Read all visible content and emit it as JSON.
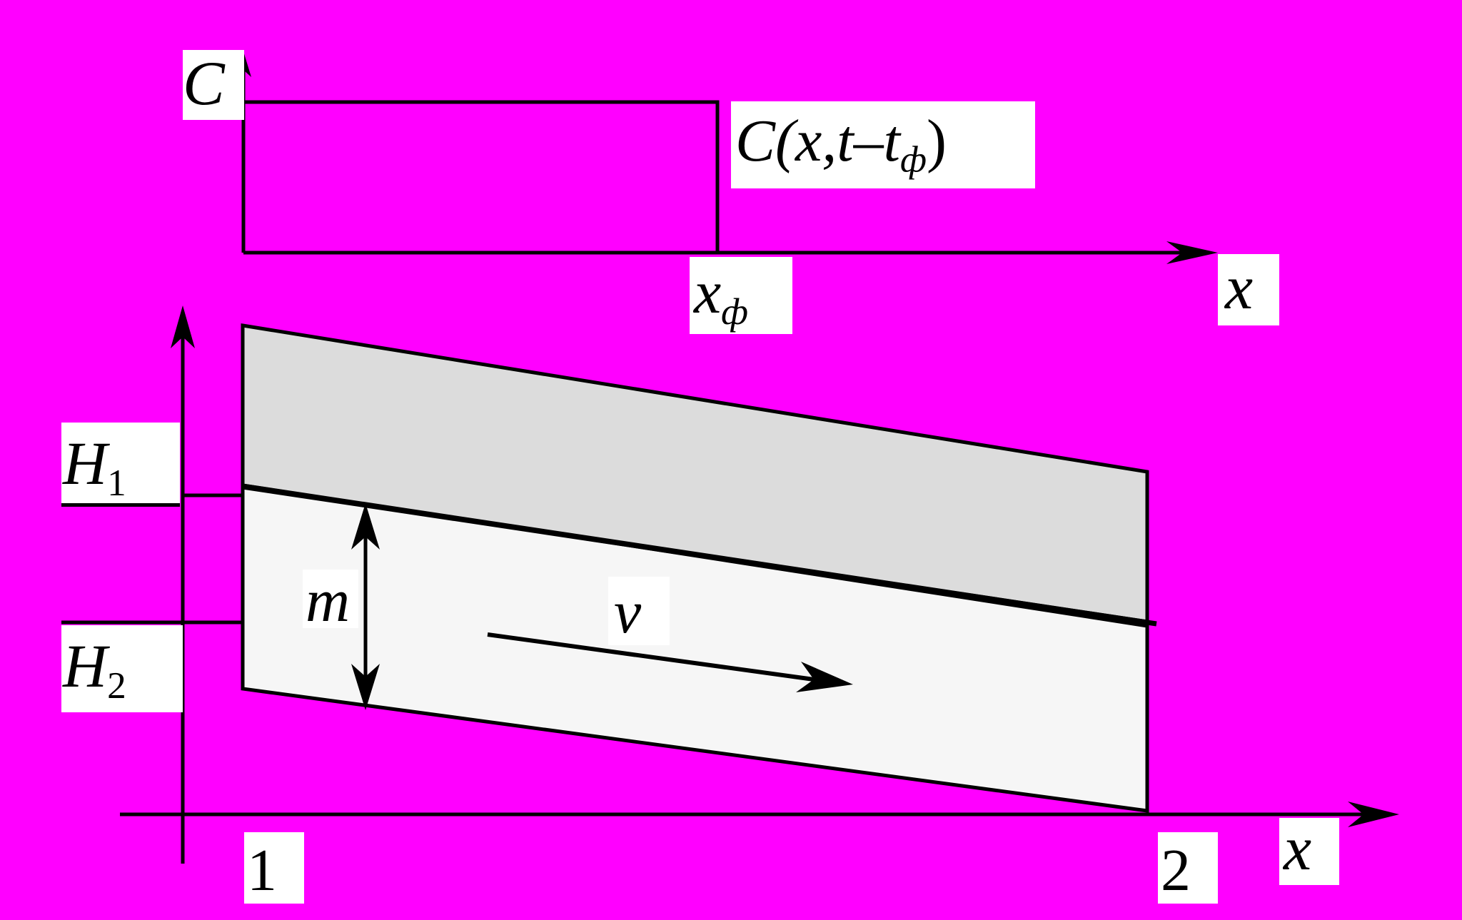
{
  "colors": {
    "background": "#ff00ff",
    "ink": "#000000",
    "layer_upper": "#dcdcdc",
    "layer_lower": "#f6f6f6",
    "label_box": "#ffffff"
  },
  "top_plot": {
    "y_axis_label": "C",
    "curve_label": {
      "text": "C(x,t–t",
      "subscript": "ф",
      "close": ")"
    },
    "front_label": {
      "text": "x",
      "subscript": "ф"
    },
    "x_axis_label": "x"
  },
  "bottom_plot": {
    "h1_label": {
      "text": "H",
      "subscript": "1"
    },
    "h2_label": {
      "text": "H",
      "subscript": "2"
    },
    "thickness_label": "m",
    "velocity_label": "v",
    "section_1_label": "1",
    "section_2_label": "2",
    "x_axis_label": "x"
  }
}
